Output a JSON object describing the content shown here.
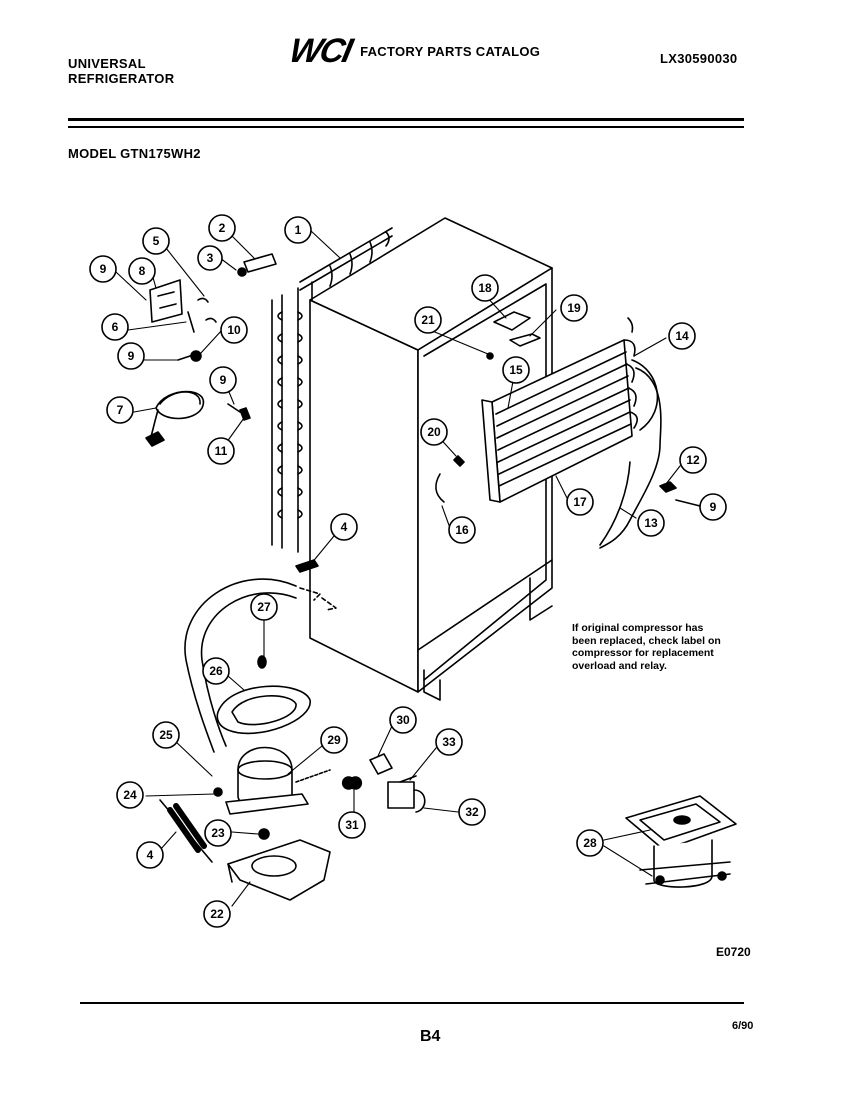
{
  "header": {
    "brand_line1": "UNIVERSAL",
    "brand_line2": "REFRIGERATOR",
    "logo": "WCI",
    "catalog_title": "FACTORY PARTS CATALOG",
    "catalog_number": "LX30590030",
    "model": "MODEL GTN175WH2"
  },
  "note": {
    "line1": "If original compressor has",
    "line2": "been replaced, check label on",
    "line3": "compressor for replacement",
    "line4": "overload and relay."
  },
  "footer": {
    "figure_code": "E0720",
    "page": "B4",
    "date": "6/90"
  },
  "callouts": [
    {
      "n": "1"
    },
    {
      "n": "2"
    },
    {
      "n": "3"
    },
    {
      "n": "5"
    },
    {
      "n": "8"
    },
    {
      "n": "9"
    },
    {
      "n": "6"
    },
    {
      "n": "10"
    },
    {
      "n": "9"
    },
    {
      "n": "9"
    },
    {
      "n": "7"
    },
    {
      "n": "11"
    },
    {
      "n": "18"
    },
    {
      "n": "19"
    },
    {
      "n": "21"
    },
    {
      "n": "14"
    },
    {
      "n": "15"
    },
    {
      "n": "20"
    },
    {
      "n": "12"
    },
    {
      "n": "9"
    },
    {
      "n": "17"
    },
    {
      "n": "13"
    },
    {
      "n": "16"
    },
    {
      "n": "4"
    },
    {
      "n": "27"
    },
    {
      "n": "26"
    },
    {
      "n": "25"
    },
    {
      "n": "29"
    },
    {
      "n": "30"
    },
    {
      "n": "33"
    },
    {
      "n": "24"
    },
    {
      "n": "4"
    },
    {
      "n": "23"
    },
    {
      "n": "31"
    },
    {
      "n": "32"
    },
    {
      "n": "28"
    },
    {
      "n": "22"
    }
  ]
}
